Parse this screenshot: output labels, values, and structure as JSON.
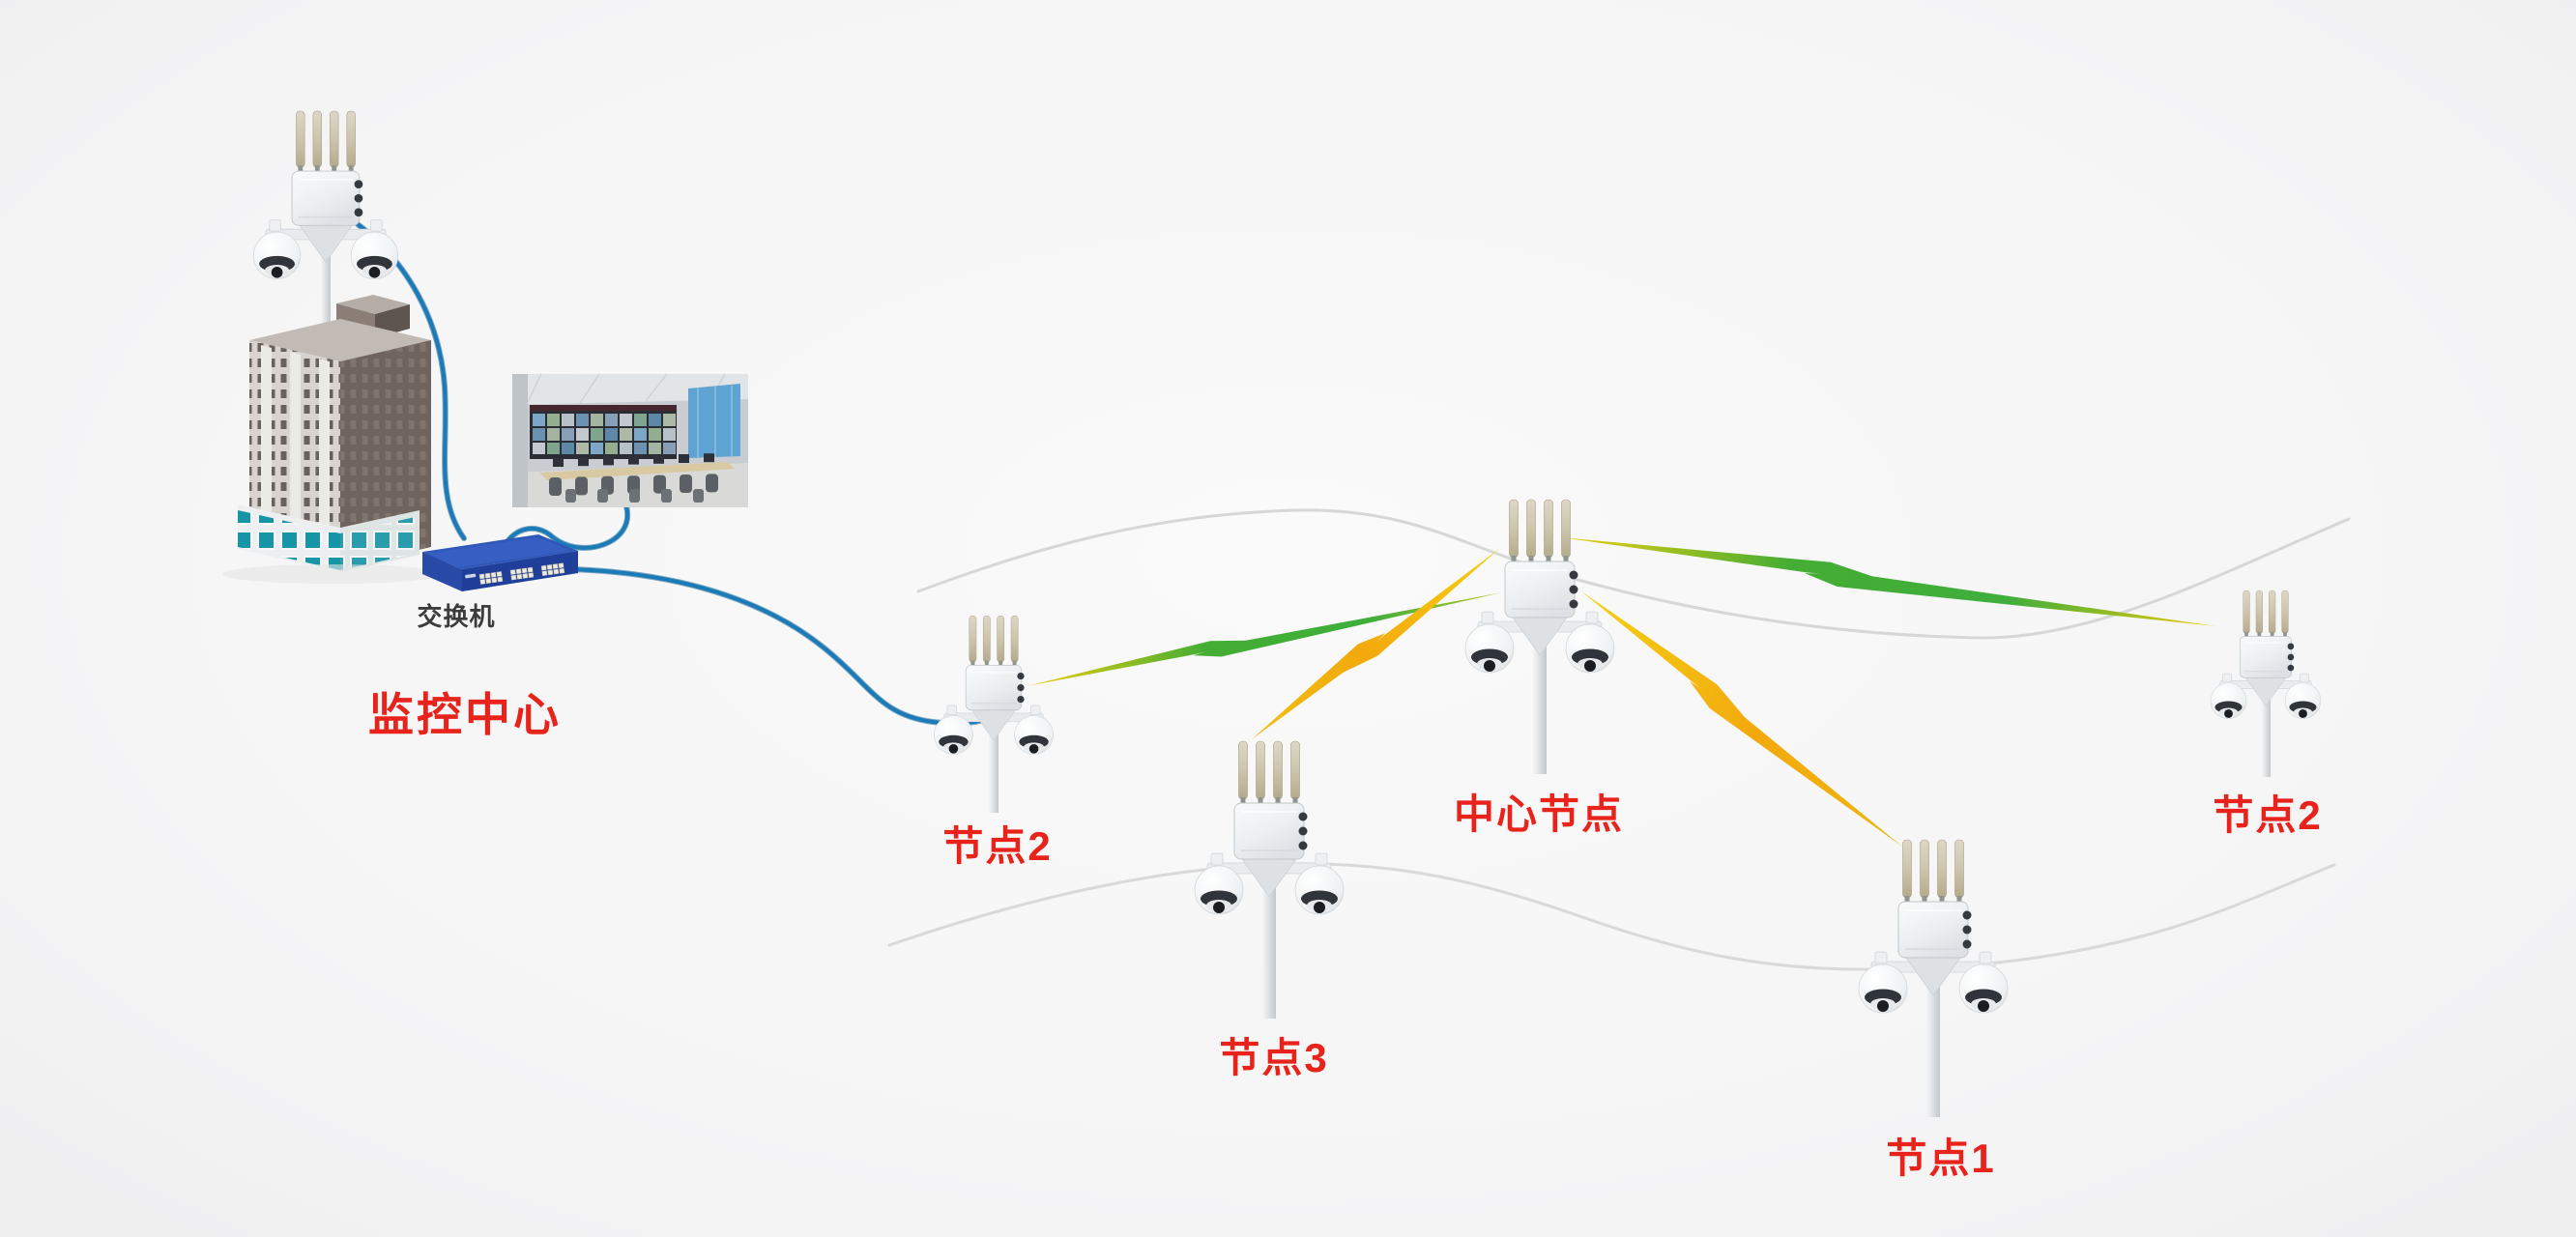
{
  "diagram": {
    "background_color": "#f6f6f7",
    "accent_red": "#e8231c",
    "monitoring_center": {
      "label": "监控中心"
    },
    "switch": {
      "label": "交换机"
    },
    "nodes": [
      {
        "id": "node2-left",
        "label": "节点2"
      },
      {
        "id": "node3",
        "label": "节点3"
      },
      {
        "id": "center-node",
        "label": "中心节点"
      },
      {
        "id": "node1",
        "label": "节点1"
      },
      {
        "id": "node2-right",
        "label": "节点2"
      }
    ],
    "links": [
      {
        "from": "rooftop-station",
        "to": "switch",
        "type": "wired-ethernet",
        "color": "#1878b8"
      },
      {
        "from": "switch",
        "to": "control-room",
        "type": "wired-ethernet",
        "color": "#1878b8"
      },
      {
        "from": "switch",
        "to": "node2-left",
        "type": "wired-ethernet",
        "color": "#1878b8"
      },
      {
        "from": "node2-left",
        "to": "center-node",
        "type": "wireless-bolt",
        "colors": [
          "#eecf10",
          "#3fae3b"
        ]
      },
      {
        "from": "center-node",
        "to": "node2-right",
        "type": "wireless-bolt",
        "colors": [
          "#eecf10",
          "#3fae3b"
        ]
      },
      {
        "from": "center-node",
        "to": "node3",
        "type": "wireless-bolt",
        "colors": [
          "#f4d013",
          "#f3a90e"
        ]
      },
      {
        "from": "center-node",
        "to": "node1",
        "type": "wireless-bolt",
        "colors": [
          "#f4d013",
          "#f5a50f"
        ]
      }
    ]
  }
}
